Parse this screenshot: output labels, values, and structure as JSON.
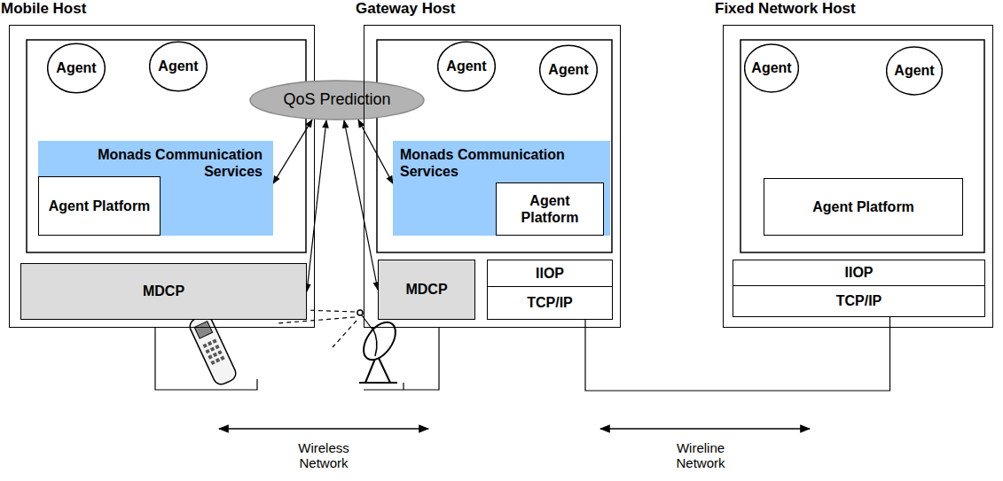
{
  "diagram": {
    "nodes": [
      {
        "text": [
          "Mobile Host"
        ]
      },
      {
        "text": [
          "Agent"
        ],
        "in": 0
      },
      {
        "text": [
          "Agent"
        ],
        "in": 0
      },
      {
        "text": [
          "Monads Communication Services"
        ],
        "in": 0
      },
      {
        "text": [
          "Agent Platform"
        ],
        "in": 3
      },
      {
        "text": [
          "MDCP"
        ],
        "in": 0
      },
      {
        "text": [
          "QoS Prediction"
        ]
      },
      {
        "text": [
          "Gateway Host"
        ]
      },
      {
        "text": [
          "Agent"
        ],
        "in": 7
      },
      {
        "text": [
          "Agent"
        ],
        "in": 7
      },
      {
        "text": [
          "Monads Communication Services"
        ],
        "in": 7
      },
      {
        "text": [
          "Agent Platform"
        ],
        "in": 10
      },
      {
        "text": [
          "MDCP"
        ],
        "in": 7
      },
      {
        "text": [
          "IIOP"
        ],
        "in": 7
      },
      {
        "text": [
          "TCP/IP"
        ],
        "in": 7
      },
      {
        "text": [
          "Fixed Network Host"
        ]
      },
      {
        "text": [
          "Agent"
        ],
        "in": 15
      },
      {
        "text": [
          "Agent"
        ],
        "in": 15
      },
      {
        "text": [
          "Agent Platform"
        ],
        "in": 15
      },
      {
        "text": [
          "IIOP"
        ],
        "in": 15
      },
      {
        "text": [
          "TCP/IP"
        ],
        "in": 15
      }
    ],
    "edges": [
      {
        "from": 6,
        "to": 3,
        "arrow": "both"
      },
      {
        "from": 6,
        "to": 5,
        "arrow": "both"
      },
      {
        "from": 6,
        "to": 12,
        "arrow": "both"
      },
      {
        "from": 6,
        "to": 10,
        "arrow": "both"
      },
      {
        "from": 14,
        "to": 20,
        "arrow": "none"
      }
    ],
    "labels": [
      "Wireless Network",
      "Wireline Network"
    ]
  }
}
